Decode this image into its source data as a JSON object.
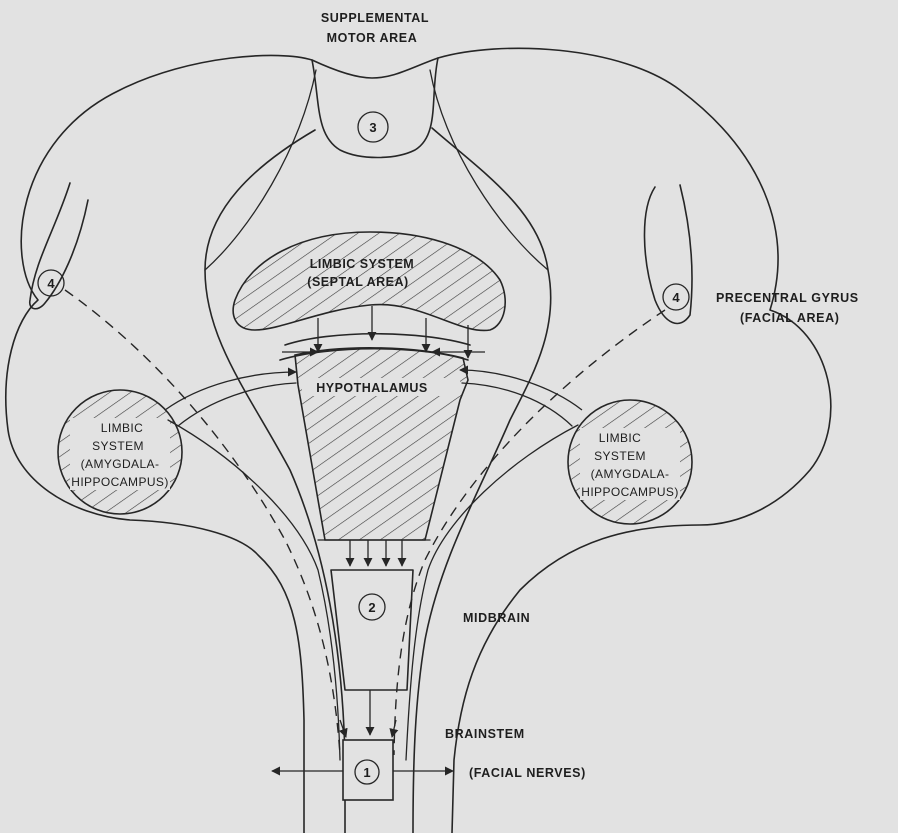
{
  "labels": {
    "supplemental_line1": "SUPPLEMENTAL",
    "supplemental_line2": "MOTOR AREA",
    "precentral_line1": "PRECENTRAL GYRUS",
    "precentral_line2": "(FACIAL AREA)",
    "septal_line1": "LIMBIC SYSTEM",
    "septal_line2": "(SEPTAL AREA)",
    "hypothalamus": "HYPOTHALAMUS",
    "limbic_left_line1": "LIMBIC",
    "limbic_left_line2": "SYSTEM",
    "limbic_left_line3": "(AMYGDALA-",
    "limbic_left_line4": "HIPPOCAMPUS)",
    "limbic_right_line1": "LIMBIC",
    "limbic_right_line2": "SYSTEM",
    "limbic_right_line3": "(AMYGDALA-",
    "limbic_right_line4": "HIPPOCAMPUS)",
    "midbrain": "MIDBRAIN",
    "brainstem": "BRAINSTEM",
    "facial_nerves": "(FACIAL NERVES)"
  },
  "numbers": {
    "sma": "3",
    "precentral_left": "4",
    "precentral_right": "4",
    "midbrain": "2",
    "brainstem": "1"
  }
}
